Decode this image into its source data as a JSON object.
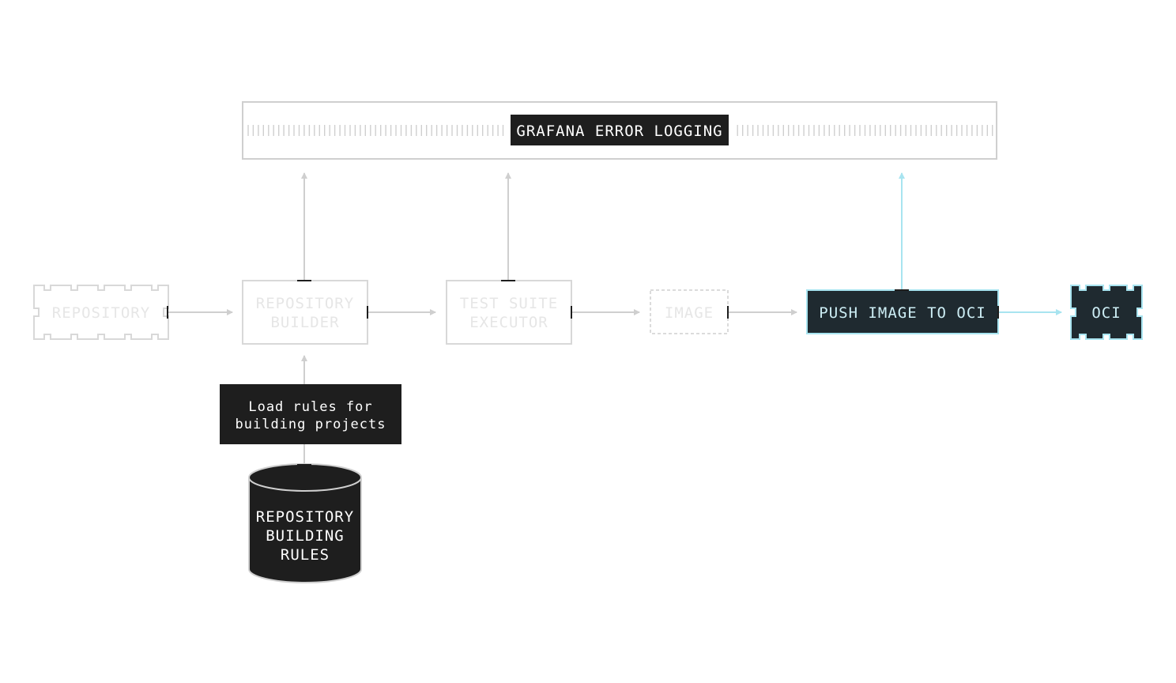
{
  "diagram": {
    "logging_title": "GRAFANA ERROR LOGGING",
    "nodes": {
      "repository": "REPOSITORY",
      "repository_builder": [
        "REPOSITORY",
        "BUILDER"
      ],
      "test_suite_executor": [
        "TEST SUITE",
        "EXECUTOR"
      ],
      "image": "IMAGE",
      "push_image": "PUSH IMAGE TO OCI",
      "oci": "OCI",
      "load_rules": [
        "Load rules for",
        "building projects"
      ],
      "building_rules": [
        "REPOSITORY",
        "BUILDING",
        "RULES"
      ]
    }
  },
  "colors": {
    "faded_gray": "#cfcfcf",
    "faded_text": "#e6e6e6",
    "dark_fill": "#1e1e1e",
    "active_fill": "#1f2a30",
    "active_accent": "#a8e4f0",
    "active_text": "#cdeef5"
  }
}
